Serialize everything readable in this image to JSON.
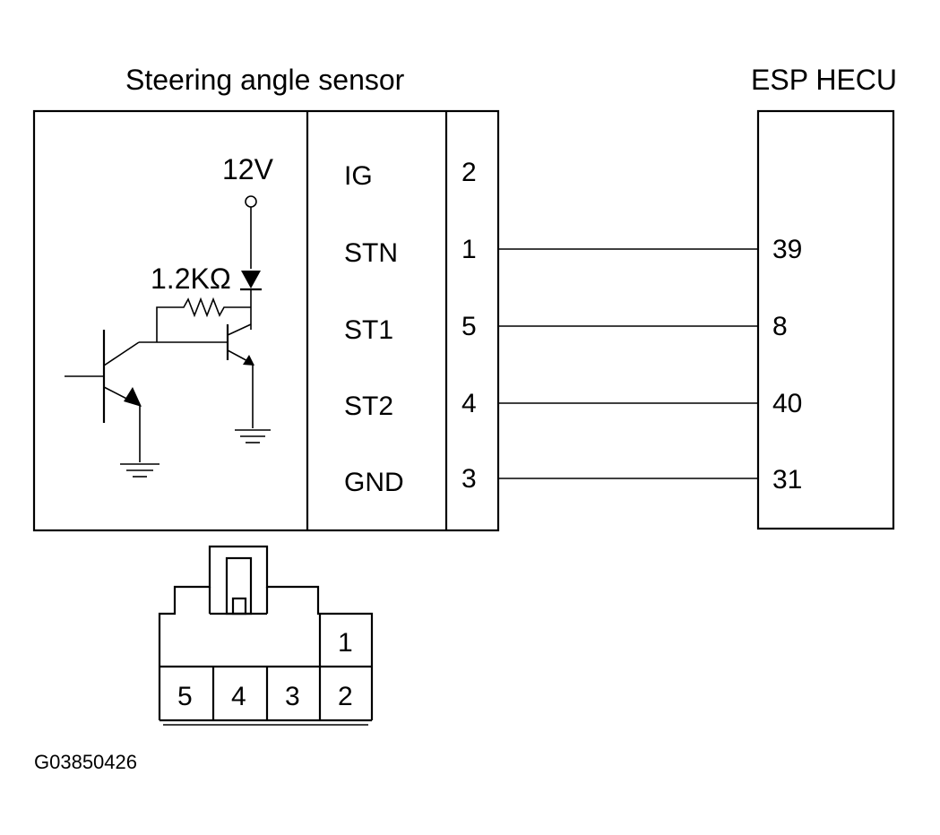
{
  "sensor_title": "Steering angle sensor",
  "ecu_title": "ESP HECU",
  "supply_label": "12V",
  "resistor_label": "1.2KΩ",
  "signals": [
    {
      "name": "IG",
      "sensor_pin": "2",
      "ecu_pin": ""
    },
    {
      "name": "STN",
      "sensor_pin": "1",
      "ecu_pin": "39"
    },
    {
      "name": "ST1",
      "sensor_pin": "5",
      "ecu_pin": "8"
    },
    {
      "name": "ST2",
      "sensor_pin": "4",
      "ecu_pin": "40"
    },
    {
      "name": "GND",
      "sensor_pin": "3",
      "ecu_pin": "31"
    }
  ],
  "connector": {
    "top_pins": [
      "1"
    ],
    "bottom_pins": [
      "5",
      "4",
      "3",
      "2"
    ]
  },
  "figure_code": "G03850426"
}
